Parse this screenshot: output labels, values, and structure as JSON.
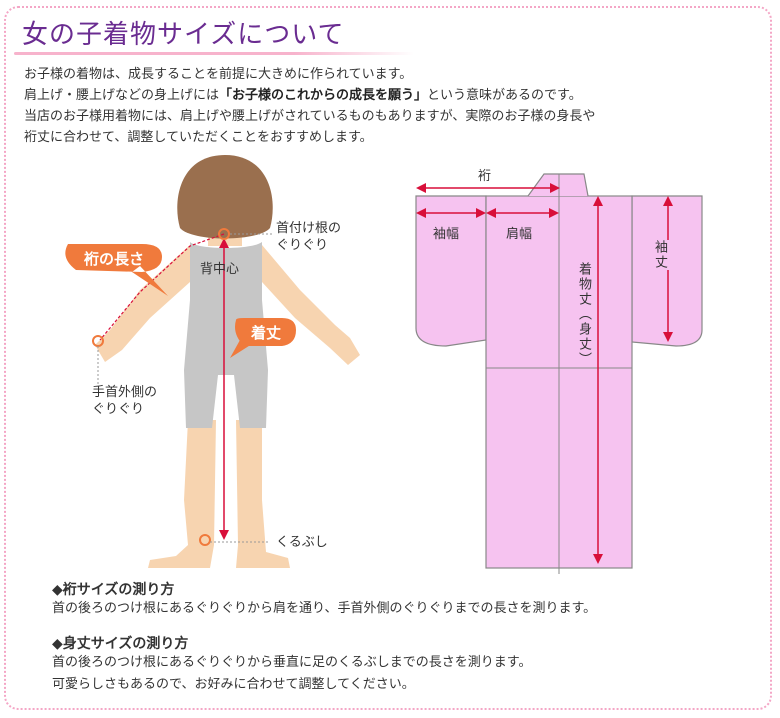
{
  "title": "女の子着物サイズについて",
  "intro": {
    "line1": "お子様の着物は、成長することを前提に大きめに作られています。",
    "line2_pre": "肩上げ・腰上げなどの身上げには",
    "line2_bold": "「お子様のこれからの成長を願う」",
    "line2_post": "という意味があるのです。",
    "line3": "当店のお子様用着物には、肩上げや腰上げがされているものもありますが、実際のお子様の身長や",
    "line4": "裄丈に合わせて、調整していただくことをおすすめします。"
  },
  "body_figure": {
    "yuki_bubble": "裄の長さ",
    "kitake_bubble": "着丈",
    "back_center": "背中心",
    "neck_base_line1": "首付け根の",
    "neck_base_line2": "ぐりぐり",
    "wrist_line1": "手首外側の",
    "wrist_line2": "ぐりぐり",
    "ankle": "くるぶし"
  },
  "kimono_figure": {
    "yuki": "裄",
    "sodehaba": "袖幅",
    "katahaba": "肩幅",
    "kitake": "着物丈（身丈）",
    "sodetake": "袖丈"
  },
  "sections": [
    {
      "heading": "◆裄サイズの測り方",
      "lines": [
        "首の後ろのつけ根にあるぐりぐりから肩を通り、手首外側のぐりぐりまでの長さを測ります。"
      ]
    },
    {
      "heading": "◆身丈サイズの測り方",
      "lines": [
        "首の後ろのつけ根にあるぐりぐりから垂直に足のくるぶしまでの長さを測ります。",
        "可愛らしさもあるので、お好みに合わせて調整してください。"
      ]
    }
  ],
  "colors": {
    "title": "#6a2c91",
    "bubble": "#f07a3c",
    "measure_line": "#d80f3a",
    "kimono_fill": "#f6c3f0",
    "skin": "#f7d4b0",
    "hair": "#9a6f4e",
    "leotard": "#c6c6c6"
  }
}
